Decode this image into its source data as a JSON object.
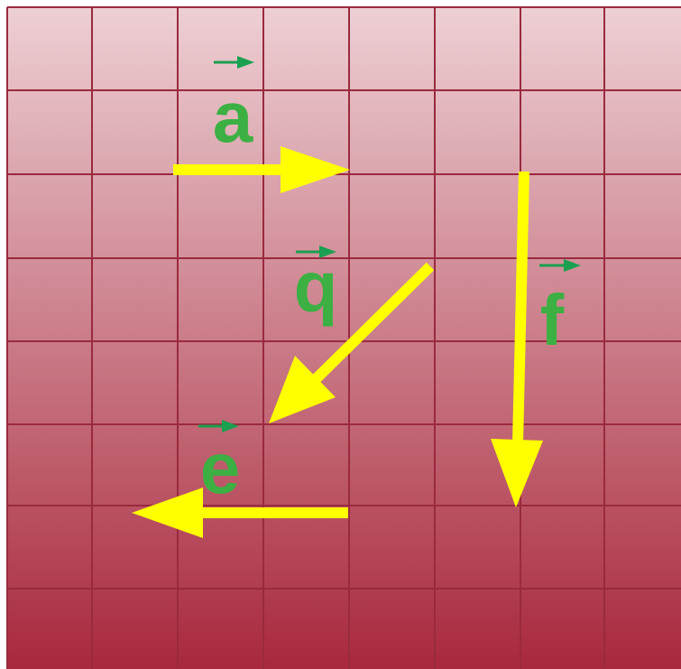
{
  "colors": {
    "grid_line": "#9a2a3e",
    "background_top": "#edd0d4",
    "background_bottom": "#a8283d",
    "arrow": "#ffff00",
    "label": "#3cb043",
    "label_arrow": "#1aa050"
  },
  "vectors": [
    {
      "id": "a",
      "label": "a"
    },
    {
      "id": "q",
      "label": "q"
    },
    {
      "id": "f",
      "label": "f"
    },
    {
      "id": "e",
      "label": "e"
    }
  ]
}
